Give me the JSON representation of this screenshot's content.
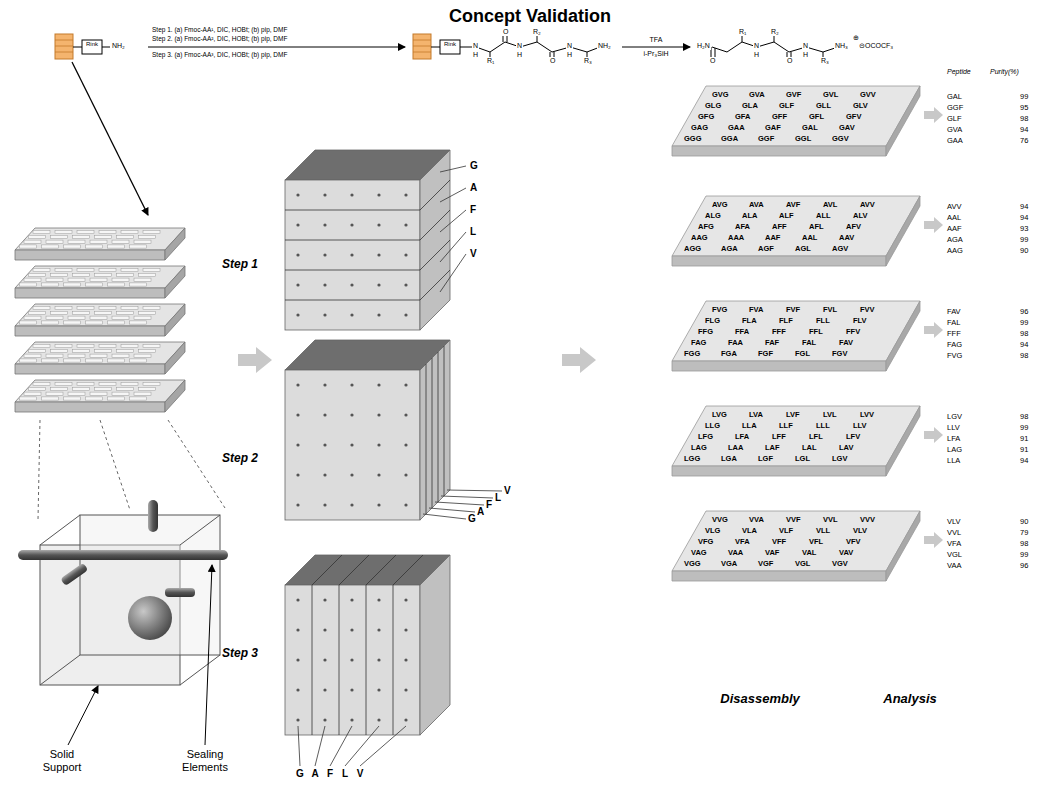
{
  "diagram": {
    "title": "Concept Validation",
    "nodes": [
      {
        "text": [
          "GVG",
          "GVA",
          "GVF",
          "GVL",
          "GVV",
          "GLG",
          "GLA",
          "GLF",
          "GLL",
          "GLV",
          "GFG",
          "GFA",
          "GFF",
          "GFL",
          "GFV",
          "GAG",
          "GAA",
          "GAF",
          "GAL",
          "GAV",
          "GGG",
          "GGA",
          "GGF",
          "GGL",
          "GGV"
        ]
      },
      {
        "text": [
          "AVG",
          "AVA",
          "AVF",
          "AVL",
          "AVV",
          "ALG",
          "ALA",
          "ALF",
          "ALL",
          "ALV",
          "AFG",
          "AFA",
          "AFF",
          "AFL",
          "AFV",
          "AAG",
          "AAA",
          "AAF",
          "AAL",
          "AAV",
          "AGG",
          "AGA",
          "AGF",
          "AGL",
          "AGV"
        ]
      },
      {
        "text": [
          "FVG",
          "FVA",
          "FVF",
          "FVL",
          "FVV",
          "FLG",
          "FLA",
          "FLF",
          "FLL",
          "FLV",
          "FFG",
          "FFA",
          "FFF",
          "FFL",
          "FFV",
          "FAG",
          "FAA",
          "FAF",
          "FAL",
          "FAV",
          "FGG",
          "FGA",
          "FGF",
          "FGL",
          "FGV"
        ]
      },
      {
        "text": [
          "LVG",
          "LVA",
          "LVF",
          "LVL",
          "LVV",
          "LLG",
          "LLA",
          "LLF",
          "LLL",
          "LLV",
          "LFG",
          "LFA",
          "LFF",
          "LFL",
          "LFV",
          "LAG",
          "LAA",
          "LAF",
          "LAL",
          "LAV",
          "LGG",
          "LGA",
          "LGF",
          "LGL",
          "LGV"
        ]
      },
      {
        "text": [
          "VVG",
          "VVA",
          "VVF",
          "VVL",
          "VVV",
          "VLG",
          "VLA",
          "VLF",
          "VLL",
          "VLV",
          "VFG",
          "VFA",
          "VFF",
          "VFL",
          "VFV",
          "VAG",
          "VAA",
          "VAF",
          "VAL",
          "VAV",
          "VGG",
          "VGA",
          "VGF",
          "VGL",
          "VGV"
        ]
      }
    ],
    "labels": [
      "Step 1. (a) Fmoc-AA¹, DIC, HOBt; (b) pip, DMF",
      "Step 2. (a) Fmoc-AA², DIC, HOBt; (b) pip, DMF",
      "Step 3. (a) Fmoc-AA³, DIC, HOBt; (b) pip, DMF",
      "Rink",
      "NH₂",
      "Rink",
      "N",
      "H",
      "R₁",
      "O",
      "N",
      "H",
      "R₂",
      "O",
      "N",
      "H",
      "R₃",
      "NH₂",
      "TFA",
      "i-Pr₃SiH",
      "H₂N",
      "O",
      "R₁",
      "N",
      "H",
      "R₂",
      "O",
      "N",
      "H",
      "R₃",
      "NH₃",
      "⊕",
      "⊝OCOCF₃",
      "Step 1",
      "Step 2",
      "Step 3",
      "G",
      "A",
      "F",
      "L",
      "V",
      "G",
      "A",
      "F",
      "L",
      "V",
      "G",
      "A",
      "F",
      "L",
      "V",
      "Disassembly",
      "Analysis",
      "Peptide",
      "Purity(%)",
      "GAL",
      "99",
      "GGF",
      "95",
      "GLF",
      "98",
      "GVA",
      "94",
      "GAA",
      "76",
      "AVV",
      "94",
      "AAL",
      "94",
      "AAF",
      "93",
      "AGA",
      "99",
      "AAG",
      "90",
      "FAV",
      "96",
      "FAL",
      "99",
      "FFF",
      "98",
      "FAG",
      "94",
      "FVG",
      "98",
      "LGV",
      "98",
      "LLV",
      "99",
      "LFA",
      "91",
      "LAG",
      "91",
      "LLA",
      "94",
      "VLV",
      "90",
      "VVL",
      "79",
      "VFA",
      "98",
      "VGL",
      "99",
      "VAA",
      "96",
      "Solid Support",
      "Sealing Elements"
    ]
  }
}
